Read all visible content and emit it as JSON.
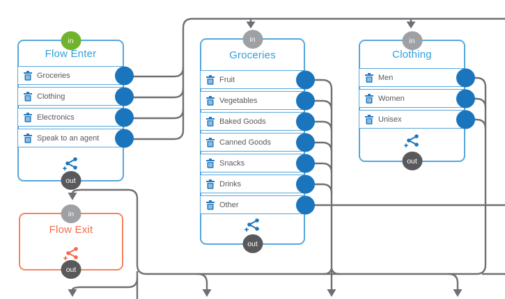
{
  "badge_labels": {
    "in": "in",
    "out": "out"
  },
  "colors": {
    "node_border_blue": "#54A6DB",
    "title_blue": "#2E9FD9",
    "port_blue": "#1B75BC",
    "icon_blue": "#2279BF",
    "in_badge_green": "#6FB42C",
    "in_badge_gray": "#9EA0A3",
    "out_badge_gray": "#59595B",
    "wire_gray": "#6E6F72",
    "orange_accent": "#F26A4B",
    "orange_border": "#F5835F",
    "row_text": "#58585A"
  },
  "icons": {
    "trash": "trash-icon",
    "share_plus": "share-plus-icon",
    "arrowhead": "arrow-down"
  },
  "nodes": [
    {
      "title": "Flow Enter",
      "in_badge_color": "green",
      "rows": [
        {
          "label": "Groceries"
        },
        {
          "label": "Clothing"
        },
        {
          "label": "Electronics"
        },
        {
          "label": "Speak to an agent"
        }
      ]
    },
    {
      "title": "Groceries",
      "in_badge_color": "gray",
      "rows": [
        {
          "label": "Fruit"
        },
        {
          "label": "Vegetables"
        },
        {
          "label": "Baked Goods"
        },
        {
          "label": "Canned Goods"
        },
        {
          "label": "Snacks"
        },
        {
          "label": "Drinks"
        },
        {
          "label": "Other"
        }
      ]
    },
    {
      "title": "Clothing",
      "in_badge_color": "gray",
      "rows": [
        {
          "label": "Men"
        },
        {
          "label": "Women"
        },
        {
          "label": "Unisex"
        }
      ]
    },
    {
      "title": "Flow Exit",
      "in_badge_color": "gray",
      "rows": []
    }
  ]
}
